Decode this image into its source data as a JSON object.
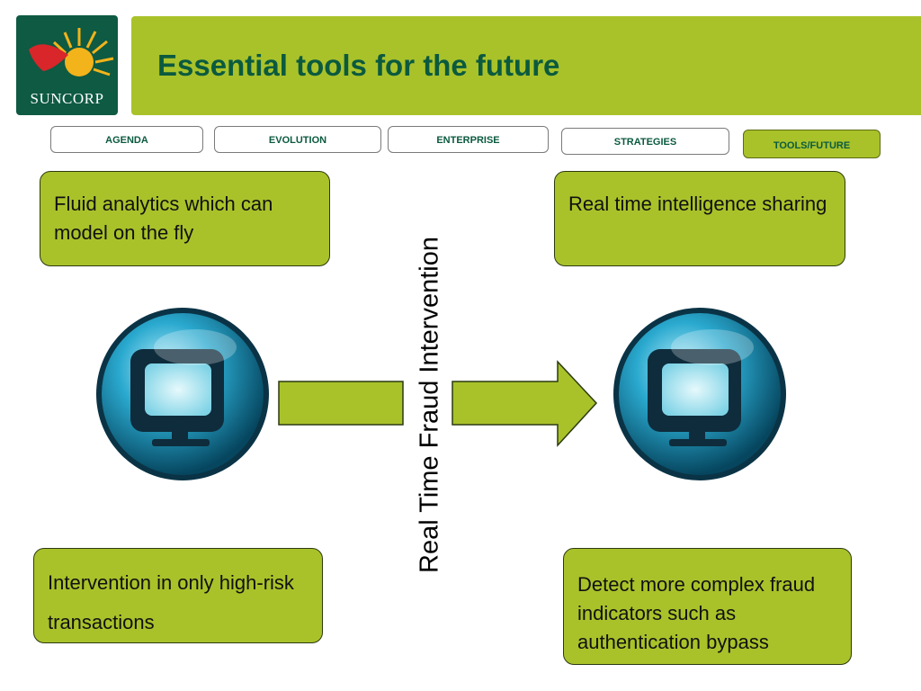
{
  "logo": {
    "text": "SUNCORP"
  },
  "title": "Essential tools for the future",
  "nav": {
    "tabs": [
      {
        "label": "AGENDA"
      },
      {
        "label": "EVOLUTION"
      },
      {
        "label": "ENTERPRISE"
      },
      {
        "label": "STRATEGIES"
      },
      {
        "label": "TOOLS/FUTURE",
        "active": true
      }
    ]
  },
  "boxes": {
    "top_left": "Fluid analytics which can model on the fly",
    "top_right": "Real time intelligence sharing",
    "bottom_left": "Intervention in only high-risk transactions",
    "bottom_right": "Detect more complex fraud indicators such as authentication bypass"
  },
  "center_label": "Real Time Fraud Intervention",
  "icons": {
    "left": "computer-monitor-icon",
    "right": "computer-monitor-icon"
  },
  "colors": {
    "accent": "#a9c22a",
    "brand": "#0e5a42",
    "title": "#0b5a3f"
  }
}
